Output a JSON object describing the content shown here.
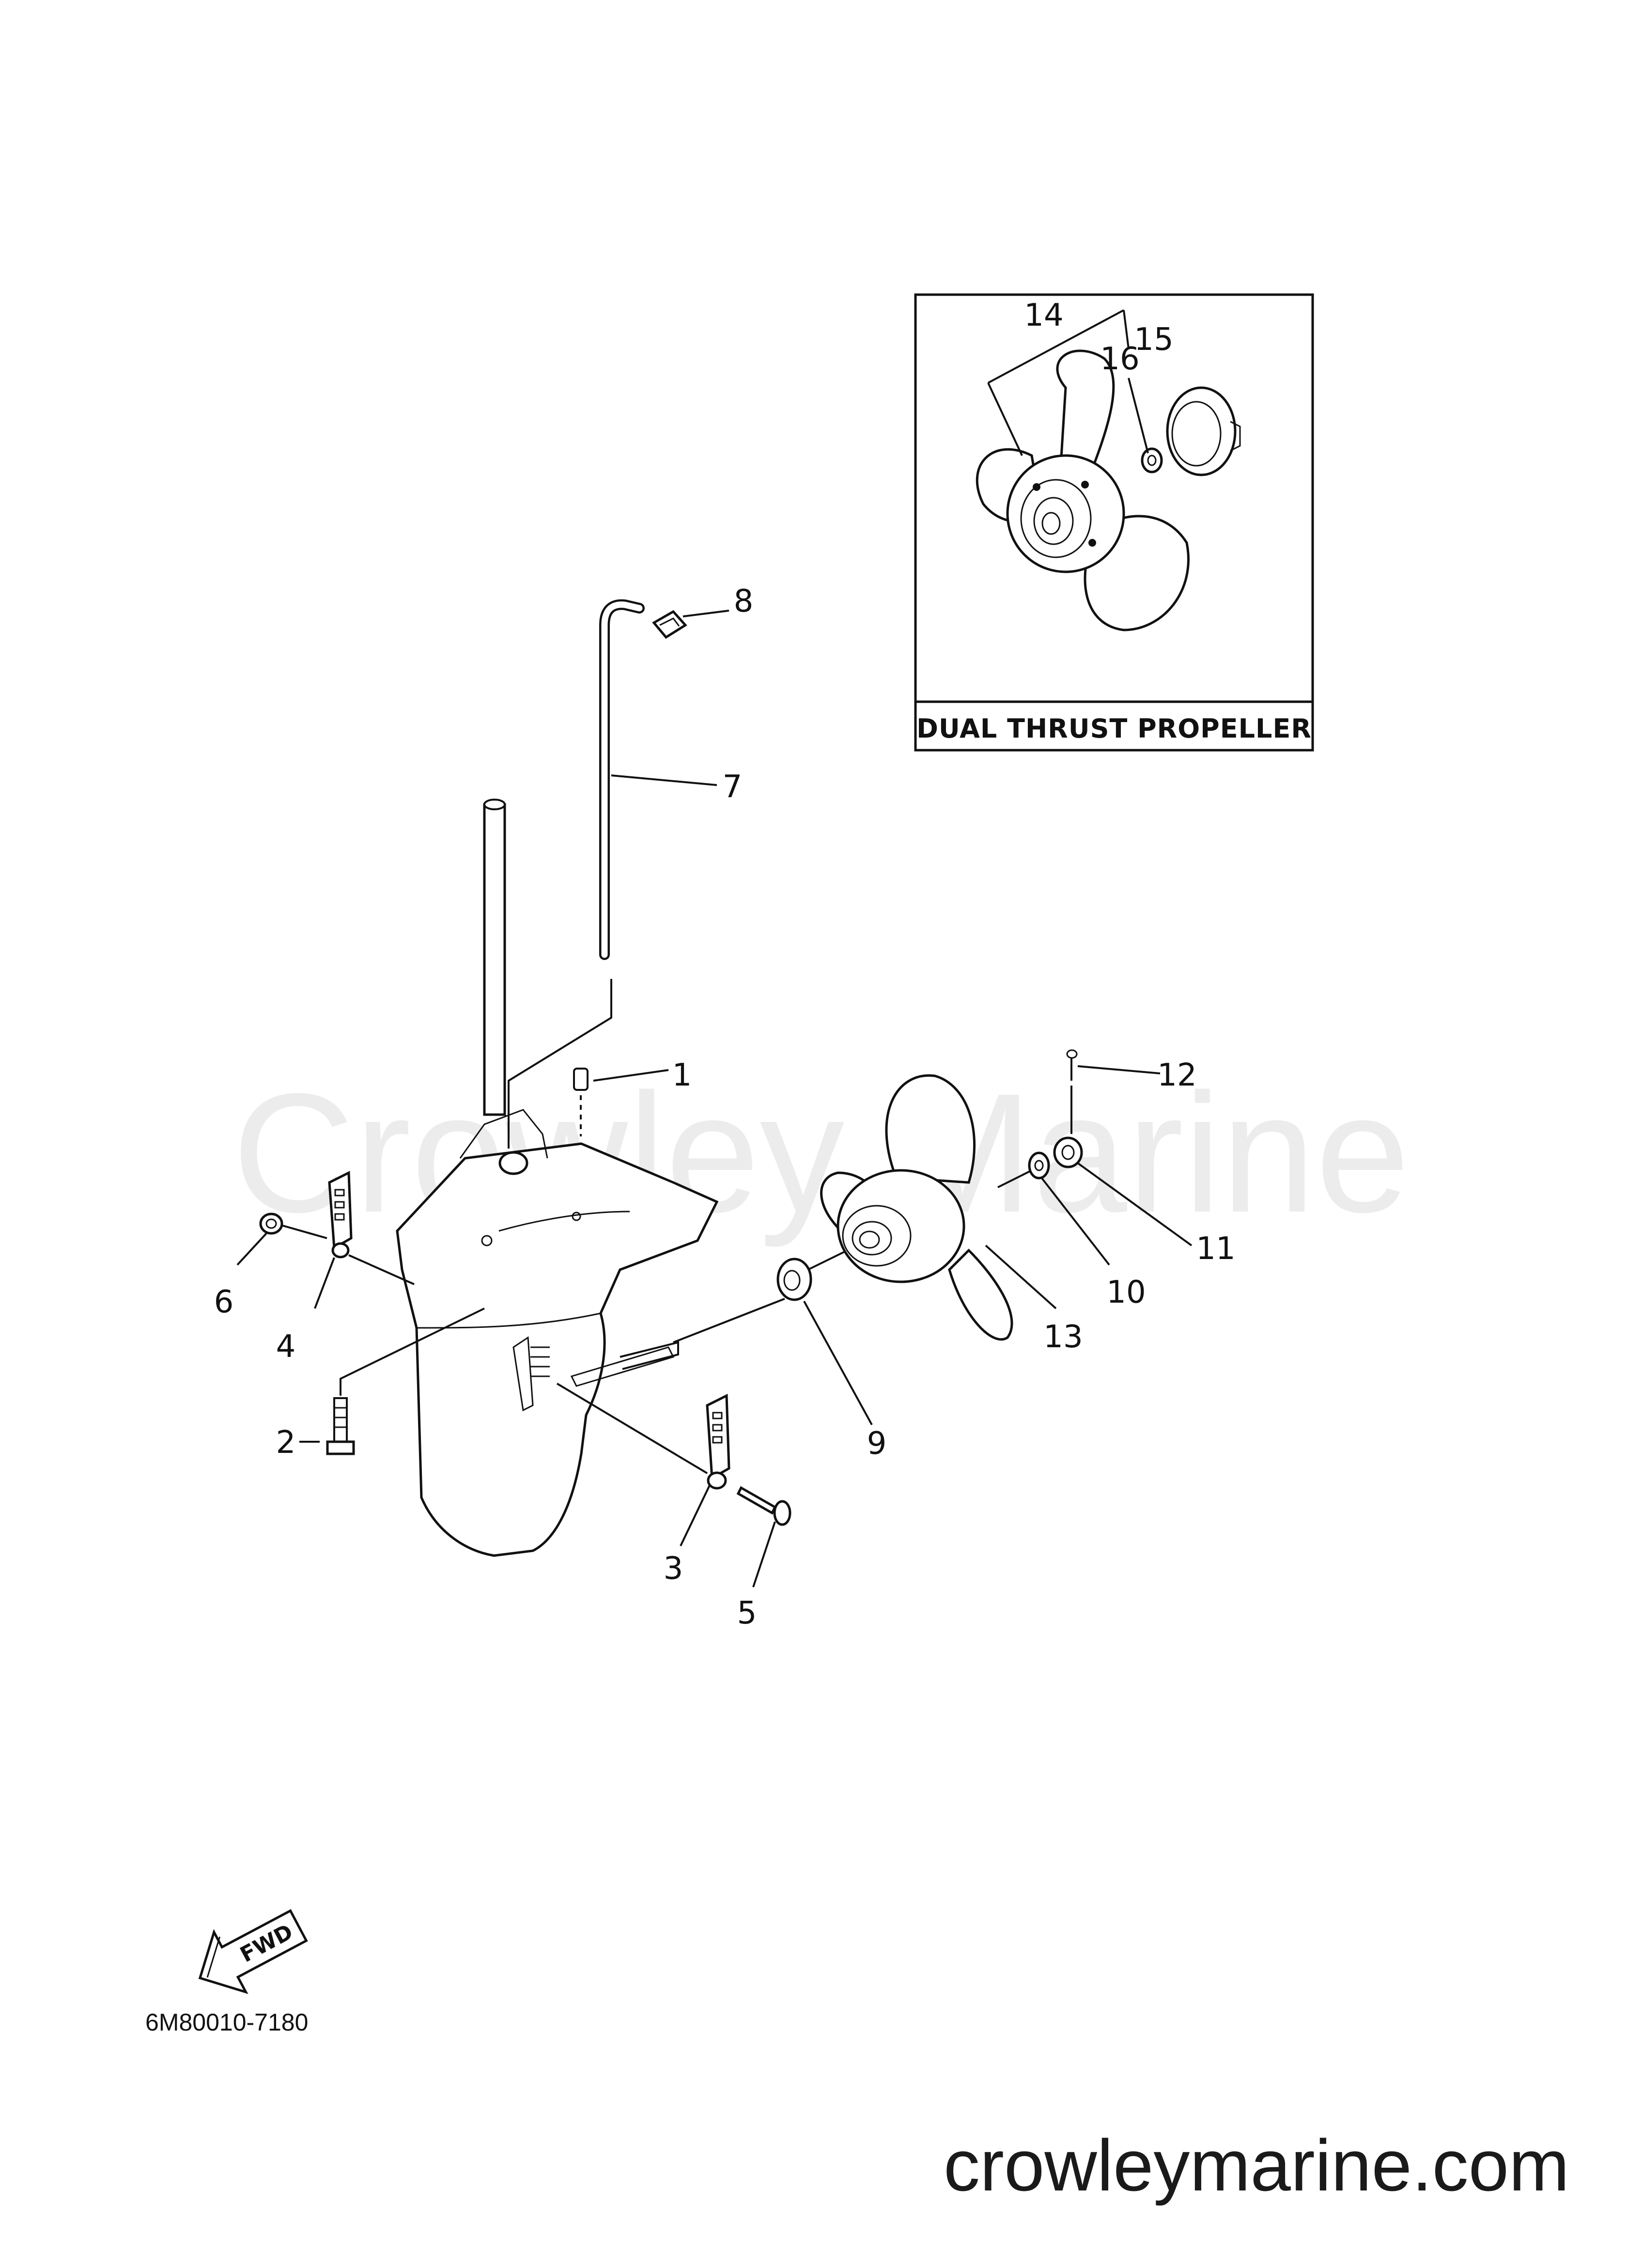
{
  "watermark": "Crowley Marine",
  "inset": {
    "title": "DUAL THRUST PROPELLER",
    "callouts": [
      "14",
      "16",
      "15"
    ]
  },
  "callouts": [
    "1",
    "2",
    "3",
    "4",
    "5",
    "6",
    "7",
    "8",
    "9",
    "10",
    "11",
    "12",
    "13"
  ],
  "fwd_label": "FWD",
  "diagram_code": "6M80010-7180",
  "footer_site": "crowleymarine.com"
}
